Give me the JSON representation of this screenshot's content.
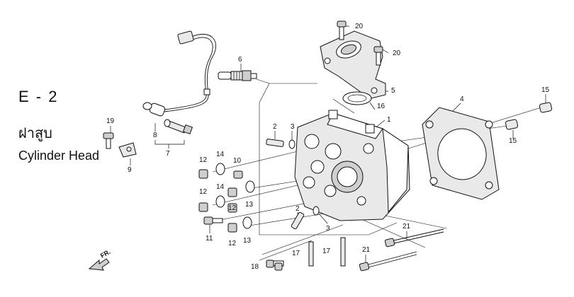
{
  "header": {
    "section_code": "E - 2",
    "title_thai": "ฝาสูบ",
    "title_english": "Cylinder Head"
  },
  "direction_label": "FR.",
  "callouts": {
    "c1": "1",
    "c2a": "2",
    "c2b": "2",
    "c3a": "3",
    "c3b": "3",
    "c4": "4",
    "c5": "5",
    "c6": "6",
    "c7": "7",
    "c8": "8",
    "c9": "9",
    "c10": "10",
    "c11": "11",
    "c12a": "12",
    "c12b": "12",
    "c12c": "12",
    "c12d": "12",
    "c13a": "13",
    "c13b": "13",
    "c14a": "14",
    "c14b": "14",
    "c15a": "15",
    "c15b": "15",
    "c16": "16",
    "c17a": "17",
    "c17b": "17",
    "c18": "18",
    "c19": "19",
    "c20a": "20",
    "c20b": "20",
    "c21a": "21",
    "c21b": "21"
  }
}
